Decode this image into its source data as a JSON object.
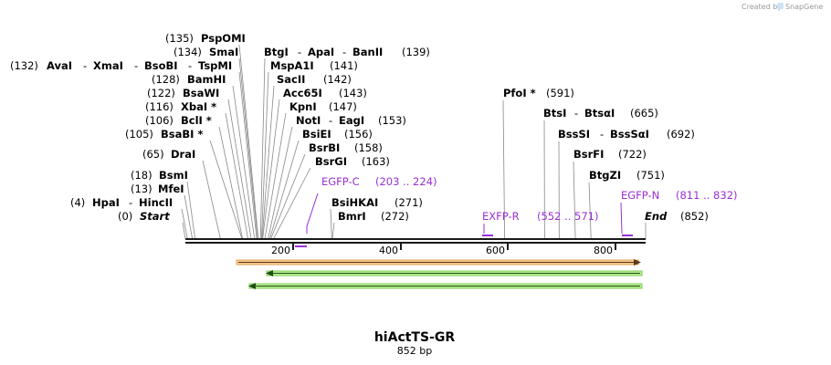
{
  "credit": {
    "prefix": "Created by",
    "brand": "SnapGene",
    "brand_color": "#8fbfe0"
  },
  "title": "hiActTS-GR",
  "length_label": "852 bp",
  "sequence_length": 852,
  "axis_ticks": [
    "200",
    "400",
    "600",
    "800"
  ],
  "tick_values": [
    200,
    400,
    600,
    800
  ],
  "sites_left": [
    {
      "pos": "(135)",
      "names": [
        "PspOMI"
      ],
      "bp": 135
    },
    {
      "pos": "(134)",
      "names": [
        "SmaI"
      ],
      "bp": 134
    },
    {
      "pos": "(132)",
      "names": [
        "AvaI",
        "XmaI",
        "BsoBI",
        "TspMI"
      ],
      "bp": 132
    },
    {
      "pos": "(128)",
      "names": [
        "BamHI"
      ],
      "bp": 128
    },
    {
      "pos": "(122)",
      "names": [
        "BsaWI"
      ],
      "bp": 122
    },
    {
      "pos": "(116)",
      "names": [
        "XbaI *"
      ],
      "bp": 116
    },
    {
      "pos": "(106)",
      "names": [
        "BclI *"
      ],
      "bp": 106
    },
    {
      "pos": "(105)",
      "names": [
        "BsaBI *"
      ],
      "bp": 105
    },
    {
      "pos": "(65)",
      "names": [
        "DraI"
      ],
      "bp": 65
    },
    {
      "pos": "(18)",
      "names": [
        "BsmI"
      ],
      "bp": 18
    },
    {
      "pos": "(13)",
      "names": [
        "MfeI"
      ],
      "bp": 13
    },
    {
      "pos": "(4)",
      "names": [
        "HpaI",
        "HincII"
      ],
      "bp": 4
    },
    {
      "pos": "(0)",
      "names": [
        "Start"
      ],
      "bp": 0,
      "italic": true
    }
  ],
  "sites_right": [
    {
      "pos": "(139)",
      "names": [
        "BtgI",
        "ApaI",
        "BanII"
      ],
      "bp": 139
    },
    {
      "pos": "(141)",
      "names": [
        "MspA1I"
      ],
      "bp": 141
    },
    {
      "pos": "(142)",
      "names": [
        "SacII"
      ],
      "bp": 142
    },
    {
      "pos": "(143)",
      "names": [
        "Acc65I"
      ],
      "bp": 143
    },
    {
      "pos": "(147)",
      "names": [
        "KpnI"
      ],
      "bp": 147
    },
    {
      "pos": "(153)",
      "names": [
        "NotI",
        "EagI"
      ],
      "bp": 153
    },
    {
      "pos": "(156)",
      "names": [
        "BsiEI"
      ],
      "bp": 156
    },
    {
      "pos": "(158)",
      "names": [
        "BsrBI"
      ],
      "bp": 158
    },
    {
      "pos": "(163)",
      "names": [
        "BsrGI"
      ],
      "bp": 163
    },
    {
      "pos": "(271)",
      "names": [
        "BsiHKAI"
      ],
      "bp": 271
    },
    {
      "pos": "(272)",
      "names": [
        "BmrI"
      ],
      "bp": 272
    }
  ],
  "sites_far": [
    {
      "pos": "(591)",
      "names": [
        "PfoI *"
      ],
      "bp": 591
    },
    {
      "pos": "(665)",
      "names": [
        "BtsI",
        "BtsαI"
      ],
      "bp": 665
    },
    {
      "pos": "(692)",
      "names": [
        "BssSI",
        "BssSαI"
      ],
      "bp": 692
    },
    {
      "pos": "(722)",
      "names": [
        "BsrFI"
      ],
      "bp": 722
    },
    {
      "pos": "(751)",
      "names": [
        "BtgZI"
      ],
      "bp": 751
    },
    {
      "pos": "(852)",
      "names": [
        "End"
      ],
      "bp": 852,
      "italic": true
    }
  ],
  "primers": [
    {
      "name": "EGFP-C",
      "range": "(203 .. 224)",
      "start": 203,
      "end": 224
    },
    {
      "name": "EXFP-R",
      "range": "(552 .. 571)",
      "start": 552,
      "end": 571
    },
    {
      "name": "EGFP-N",
      "range": "(811 .. 832)",
      "start": 811,
      "end": 832
    }
  ],
  "features": [
    {
      "kind": "orange-arrow",
      "direction": "right",
      "color": "#f5c68a"
    },
    {
      "kind": "green-arrow",
      "direction": "left",
      "color": "#b5ea8f"
    },
    {
      "kind": "green-arrow",
      "direction": "left",
      "color": "#b5ea8f"
    }
  ],
  "colors": {
    "primer": "#9a2fd6",
    "backbone": "#1a1a1a",
    "site_line": "#888888",
    "orange_fill": "#f7c98f",
    "green_fill": "#b8ee93"
  }
}
